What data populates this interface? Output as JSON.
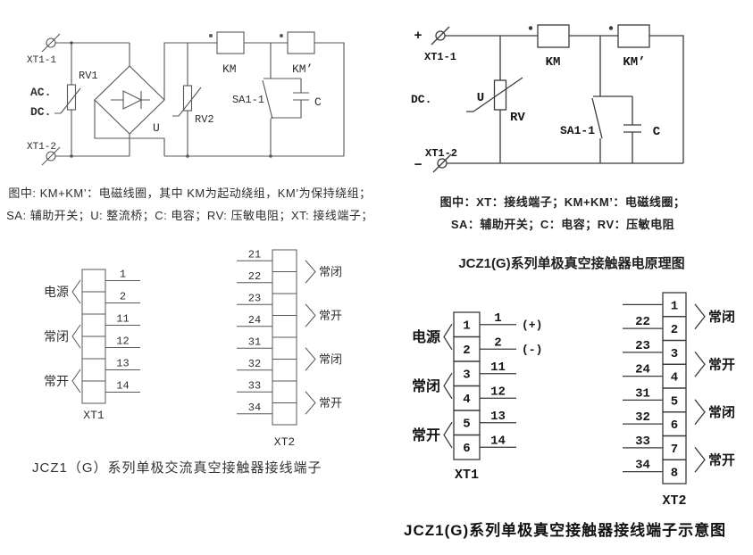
{
  "colors": {
    "background": "#ffffff",
    "line": "#575757",
    "line_dark": "#3a3a3a",
    "text": "#2e2e2e",
    "text_dark": "#151515"
  },
  "circuit_ac": {
    "terminal_top": "XT1-1",
    "terminal_bottom": "XT1-2",
    "supply_line1": "AC.",
    "supply_line2": "DC.",
    "rv1": "RV1",
    "bridge": "U",
    "rv2": "RV2",
    "km": "KM",
    "km_hold": "KM’",
    "switch": "SA1-1",
    "capacitor": "C",
    "legend_line1": "图中: KM+KM’：电磁线圈，其中 KM为起动绕组，KM’为保持绕组；",
    "legend_line2": "SA: 辅助开关；U: 整流桥；C: 电容；RV: 压敏电阻；XT: 接线端子；"
  },
  "circuit_dc": {
    "plus": "+",
    "minus": "−",
    "terminal_top": "XT1-1",
    "terminal_bottom": "XT1-2",
    "supply": "DC.",
    "u": "U",
    "rv": "RV",
    "km": "KM",
    "km_hold": "KM’",
    "switch": "SA1-1",
    "capacitor": "C",
    "legend_line1": "图中：XT：接线端子；KM+KM’：电磁线圈；",
    "legend_line2": "SA：辅助开关；C：电容；RV：压敏电阻",
    "caption": "JCZ1(G)系列单极真空接触器电原理图"
  },
  "terminal_ac": {
    "caption": "JCZ1（G）系列单极交流真空接触器接线端子",
    "xt1": {
      "label": "XT1",
      "leads": [
        "1",
        "2",
        "11",
        "12",
        "13",
        "14"
      ],
      "groups": [
        "电源",
        "常闭",
        "常开"
      ]
    },
    "xt2": {
      "label": "XT2",
      "leads": [
        "21",
        "22",
        "23",
        "24",
        "31",
        "32",
        "33",
        "34"
      ],
      "groups": [
        "常闭",
        "常开",
        "常闭",
        "常开"
      ]
    }
  },
  "terminal_dc": {
    "caption": "JCZ1(G)系列单极真空接触器接线端子示意图",
    "xt1": {
      "label": "XT1",
      "box_numbers": [
        "1",
        "2",
        "3",
        "4",
        "5",
        "6"
      ],
      "leads": [
        "1",
        "2",
        "11",
        "12",
        "13",
        "14"
      ],
      "lead_suffixes": [
        "(+)",
        "(-)",
        "",
        "",
        "",
        ""
      ],
      "groups": [
        "电源",
        "常闭",
        "常开"
      ]
    },
    "xt2": {
      "label": "XT2",
      "box_numbers": [
        "1",
        "2",
        "3",
        "4",
        "5",
        "6",
        "7",
        "8"
      ],
      "leads": [
        "",
        "22",
        "23",
        "24",
        "31",
        "32",
        "33",
        "34"
      ],
      "groups": [
        "常闭",
        "常开",
        "常闭",
        "常开"
      ]
    }
  }
}
